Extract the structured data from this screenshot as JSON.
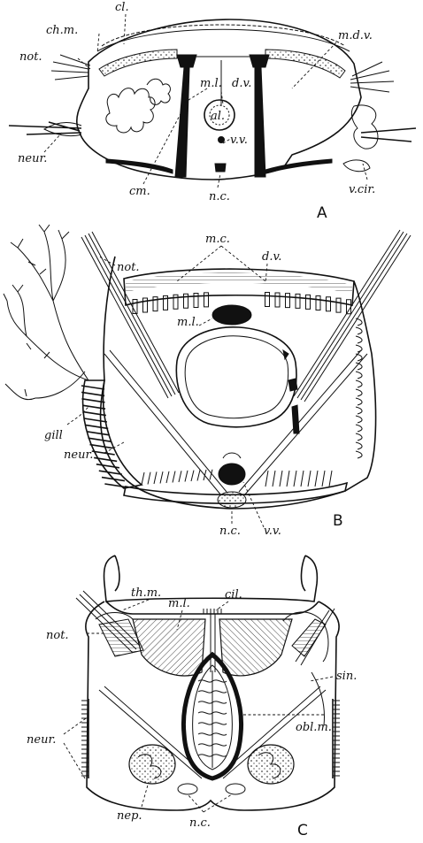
{
  "panels": {
    "a": {
      "letter": "A",
      "labels": {
        "cl": "cl.",
        "chm": "ch.m.",
        "mdv": "m.d.v.",
        "not": "not.",
        "ml": "m.l.",
        "dv": "d.v.",
        "al": "al.",
        "vv": "v.v.",
        "neur": "neur.",
        "cm": "cm.",
        "nc": "n.c.",
        "vcir": "v.cir."
      }
    },
    "b": {
      "letter": "B",
      "labels": {
        "not": "not.",
        "mc": "m.c.",
        "dv": "d.v.",
        "ml": "m.l.",
        "gill": "gill",
        "neur": "neur.",
        "nc": "n.c.",
        "vv": "v.v."
      }
    },
    "c": {
      "letter": "C",
      "labels": {
        "thm": "th.m.",
        "ml": "m.l.",
        "cil": "cil.",
        "not": "not.",
        "sin": "sin.",
        "oblm": "obl.m.",
        "neur": "neur.",
        "nep": "nep.",
        "nc": "n.c."
      }
    }
  }
}
